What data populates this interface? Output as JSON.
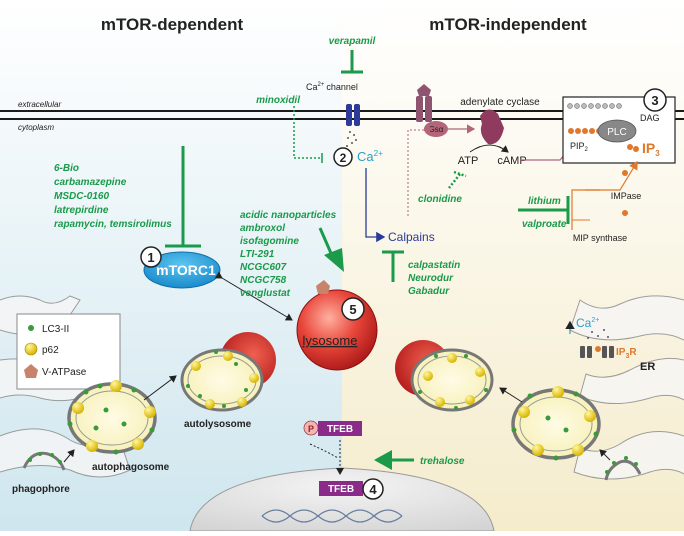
{
  "headers": {
    "left": "mTOR-dependent",
    "right": "mTOR-independent"
  },
  "membrane": {
    "extracellular": "extracellular",
    "cytoplasm": "cytoplasm"
  },
  "drugs": {
    "verapamil": "verapamil",
    "minoxidil": "minoxidil",
    "clonidine": "clonidine",
    "mtor_list": [
      "6-Bio",
      "carbamazepine",
      "MSDC-0160",
      "latrepirdine",
      "rapamycin, temsirolimus"
    ],
    "lysosome_list": [
      "acidic nanoparticles",
      "ambroxol",
      "isofagomine",
      "LTI-291",
      "NCGC607",
      "NCGC758",
      "venglustat"
    ],
    "calpain_list": [
      "calpastatin",
      "Neurodur",
      "Gabadur"
    ],
    "lithium": "lithium",
    "valproate": "valproate",
    "trehalose": "trehalose"
  },
  "labels": {
    "ca_channel": "Ca",
    "ca_channel_sup": "2+",
    "ca_channel_suffix": "channel",
    "ca_ion": "Ca",
    "ca_ion_sup": "2+",
    "gs_alpha": "Gsα",
    "adenylate_cyclase": "adenylate cyclase",
    "atp": "ATP",
    "camp": "cAMP",
    "calpains": "Calpains",
    "plc": "PLC",
    "pip2": "PIP",
    "pip2_sub": "2",
    "dag": "DAG",
    "ip3": "IP",
    "ip3_sub": "3",
    "impase": "IMPase",
    "mip_synthase": "MIP synthase",
    "mtorc1": "mTORC1",
    "lysosome": "lysosome",
    "er_ca": "Ca",
    "er_ca_sup": "2+",
    "ip3r": "IP",
    "ip3r_sub": "3",
    "ip3r_suffix": "R",
    "er": "ER",
    "autolysosome": "autolysosome",
    "autophagosome": "autophagosome",
    "phagophore": "phagophore",
    "tfeb": "TFEB",
    "tfeb_nuc": "TFEB",
    "p": "P"
  },
  "numbers": {
    "n1": "1",
    "n2": "2",
    "n3": "3",
    "n4": "4",
    "n5": "5"
  },
  "legend": {
    "lc3": "LC3-II",
    "p62": "p62",
    "vatpase": "V-ATPase"
  },
  "colors": {
    "green": "#1a9a4a",
    "calpain_blue": "#2c3a9a",
    "lysosome_red": "#d42a2a",
    "mtorc_blue": "#2ba3e0",
    "membrane": "#1a1a1a",
    "tfeb_purple": "#8a2b8a",
    "ip3_orange": "#e0782b",
    "gs_pink": "#b3657a"
  }
}
